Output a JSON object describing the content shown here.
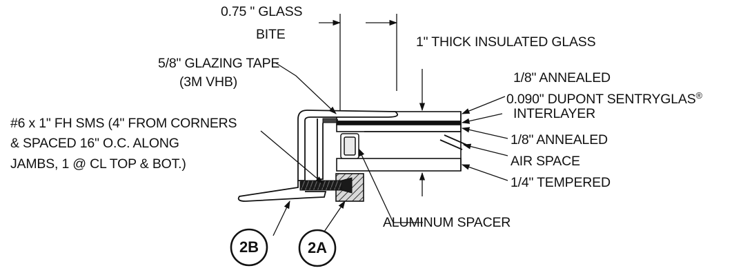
{
  "labels": {
    "glass_bite_line1": "0.75 \" GLASS",
    "glass_bite_line2": "BITE",
    "insulated_glass": "1\" THICK INSULATED GLASS",
    "glazing_tape_line1": "5/8\" GLAZING TAPE",
    "glazing_tape_line2": "(3M VHB)",
    "screw_line1": "#6 x 1\" FH SMS (4\" FROM CORNERS",
    "screw_line2": "& SPACED 16\" O.C. ALONG",
    "screw_line3": "JAMBS, 1 @ CL TOP & BOT.)",
    "annealed_top": "1/8\" ANNEALED",
    "interlayer_line1": "0.090\" DUPONT SENTRYGLAS",
    "interlayer_mark": "®",
    "interlayer_line2": "INTERLAYER",
    "annealed_bottom": "1/8\" ANNEALED",
    "air_space": "AIR SPACE",
    "tempered": "1/4\" TEMPERED",
    "aluminum_spacer": "ALUMINUM SPACER"
  },
  "callouts": {
    "a": "2A",
    "b": "2B"
  }
}
